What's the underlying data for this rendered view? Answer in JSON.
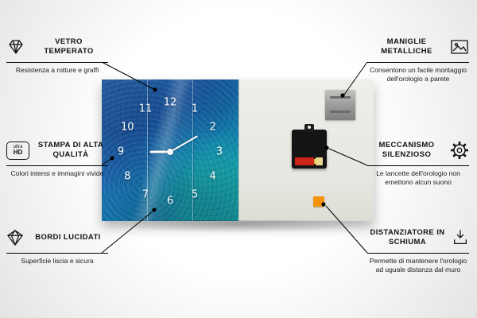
{
  "callouts": [
    {
      "icon": "diamond-icon",
      "title": "VETRO TEMPERATO",
      "desc": "Resistenza a rotture e graffi"
    },
    {
      "icon": "ultra-hd-icon",
      "icon_text_top": "ultra",
      "icon_text_bottom": "HD",
      "title": "STAMPA DI ALTA QUALITÀ",
      "desc": "Colori intensi e immagini vivide"
    },
    {
      "icon": "gem-icon",
      "title": "BORDI LUCIDATI",
      "desc": "Superficie liscia e sicura"
    },
    {
      "icon": "picture-frame-icon",
      "title": "MANIGLIE METALLICHE",
      "desc": "Consentono un facile montaggio dell'orologio a parete"
    },
    {
      "icon": "gear-icon",
      "title": "MECCANISMO SILENZIOSO",
      "desc": "Le lancette dell'orologio non emettono alcun suono"
    },
    {
      "icon": "spacer-arrow-icon",
      "title": "DISTANZIATORE IN SCHIUMA",
      "desc": "Permette di mantenere l'orologio ad uguale distanza dal muro"
    }
  ],
  "clock": {
    "numbers": [
      1,
      2,
      3,
      4,
      5,
      6,
      7,
      8,
      9,
      10,
      11,
      12
    ]
  },
  "colors": {
    "panel_blue": "#1f6cb4",
    "panel_teal": "#1398bd",
    "back_panel": "#e9e8e2",
    "foam_orange": "#f5930a",
    "battery_red": "#cc2418",
    "line_black": "#000000"
  }
}
